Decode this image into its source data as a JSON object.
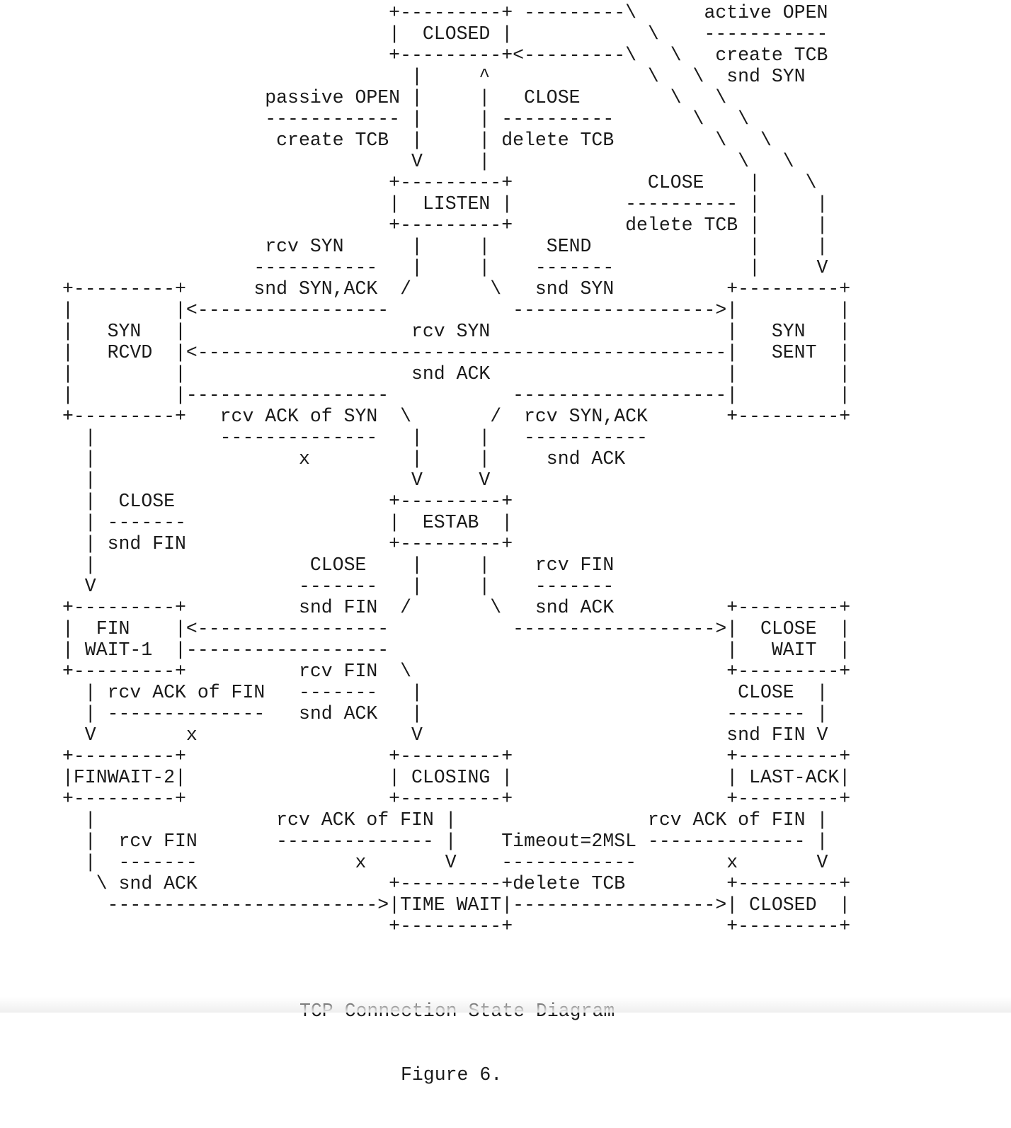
{
  "diagram": {
    "lines": [
      "                             +---------+ ---------\\      active OPEN",
      "                             |  CLOSED |            \\    -----------",
      "                             +---------+<---------\\   \\   create TCB",
      "                               |     ^              \\   \\  snd SYN",
      "                  passive OPEN |     |   CLOSE        \\   \\",
      "                  ------------ |     | ----------       \\   \\",
      "                   create TCB  |     | delete TCB         \\   \\",
      "                               V     |                      \\   \\",
      "                             +---------+            CLOSE    |    \\",
      "                             |  LISTEN |          ---------- |     |",
      "                             +---------+          delete TCB |     |",
      "                  rcv SYN      |     |     SEND              |     |",
      "                 -----------   |     |    -------            |     V",
      "+---------+      snd SYN,ACK  /       \\   snd SYN          +---------+",
      "|         |<-----------------           ------------------>|         |",
      "|   SYN   |                    rcv SYN                     |   SYN   |",
      "|   RCVD  |<-----------------------------------------------|   SENT  |",
      "|         |                    snd ACK                     |         |",
      "|         |------------------           -------------------|         |",
      "+---------+   rcv ACK of SYN  \\       /  rcv SYN,ACK       +---------+",
      "  |           --------------   |     |   -----------",
      "  |                  x         |     |     snd ACK",
      "  |                            V     V",
      "  |  CLOSE                   +---------+",
      "  | -------                  |  ESTAB  |",
      "  | snd FIN                  +---------+",
      "  |                   CLOSE    |     |    rcv FIN",
      "  V                  -------   |     |    -------",
      "+---------+          snd FIN  /       \\   snd ACK          +---------+",
      "|  FIN    |<-----------------           ------------------>|  CLOSE  |",
      "| WAIT-1  |------------------                              |   WAIT  |",
      "+---------+          rcv FIN  \\                            +---------+",
      "  | rcv ACK of FIN   -------   |                            CLOSE  |",
      "  | --------------   snd ACK   |                           ------- |",
      "  V        x                   V                           snd FIN V",
      "+---------+                  +---------+                   +---------+",
      "|FINWAIT-2|                  | CLOSING |                   | LAST-ACK|",
      "+---------+                  +---------+                   +---------+",
      "  |                rcv ACK of FIN |                 rcv ACK of FIN |",
      "  |  rcv FIN       -------------- |    Timeout=2MSL -------------- |",
      "  |  -------              x       V    ------------        x       V",
      "   \\ snd ACK                 +---------+delete TCB         +---------+",
      "    ------------------------>|TIME WAIT|------------------>| CLOSED  |",
      "                             +---------+                   +---------+"
    ],
    "caption_title": "TCP Connection State Diagram",
    "caption_figure": "Figure 6."
  }
}
